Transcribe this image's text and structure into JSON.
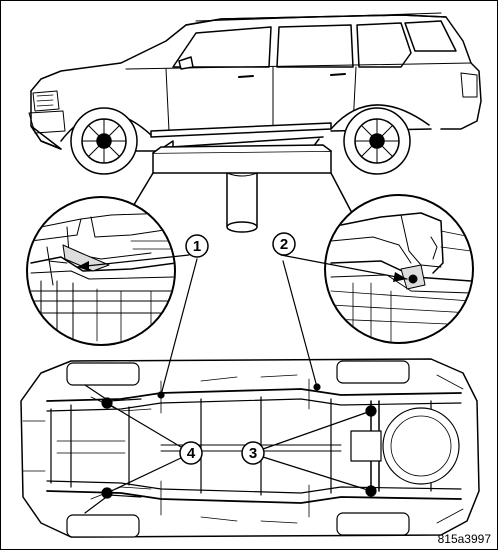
{
  "figure_code": "815a3997",
  "callouts": [
    {
      "id": "c1",
      "label": "1"
    },
    {
      "id": "c2",
      "label": "2"
    },
    {
      "id": "c3",
      "label": "3"
    },
    {
      "id": "c4",
      "label": "4"
    }
  ],
  "icons": {
    "vehicle": "suv-side-view-icon",
    "lift": "hoist-lift-icon",
    "underbody": "frame-underbody-icon"
  }
}
